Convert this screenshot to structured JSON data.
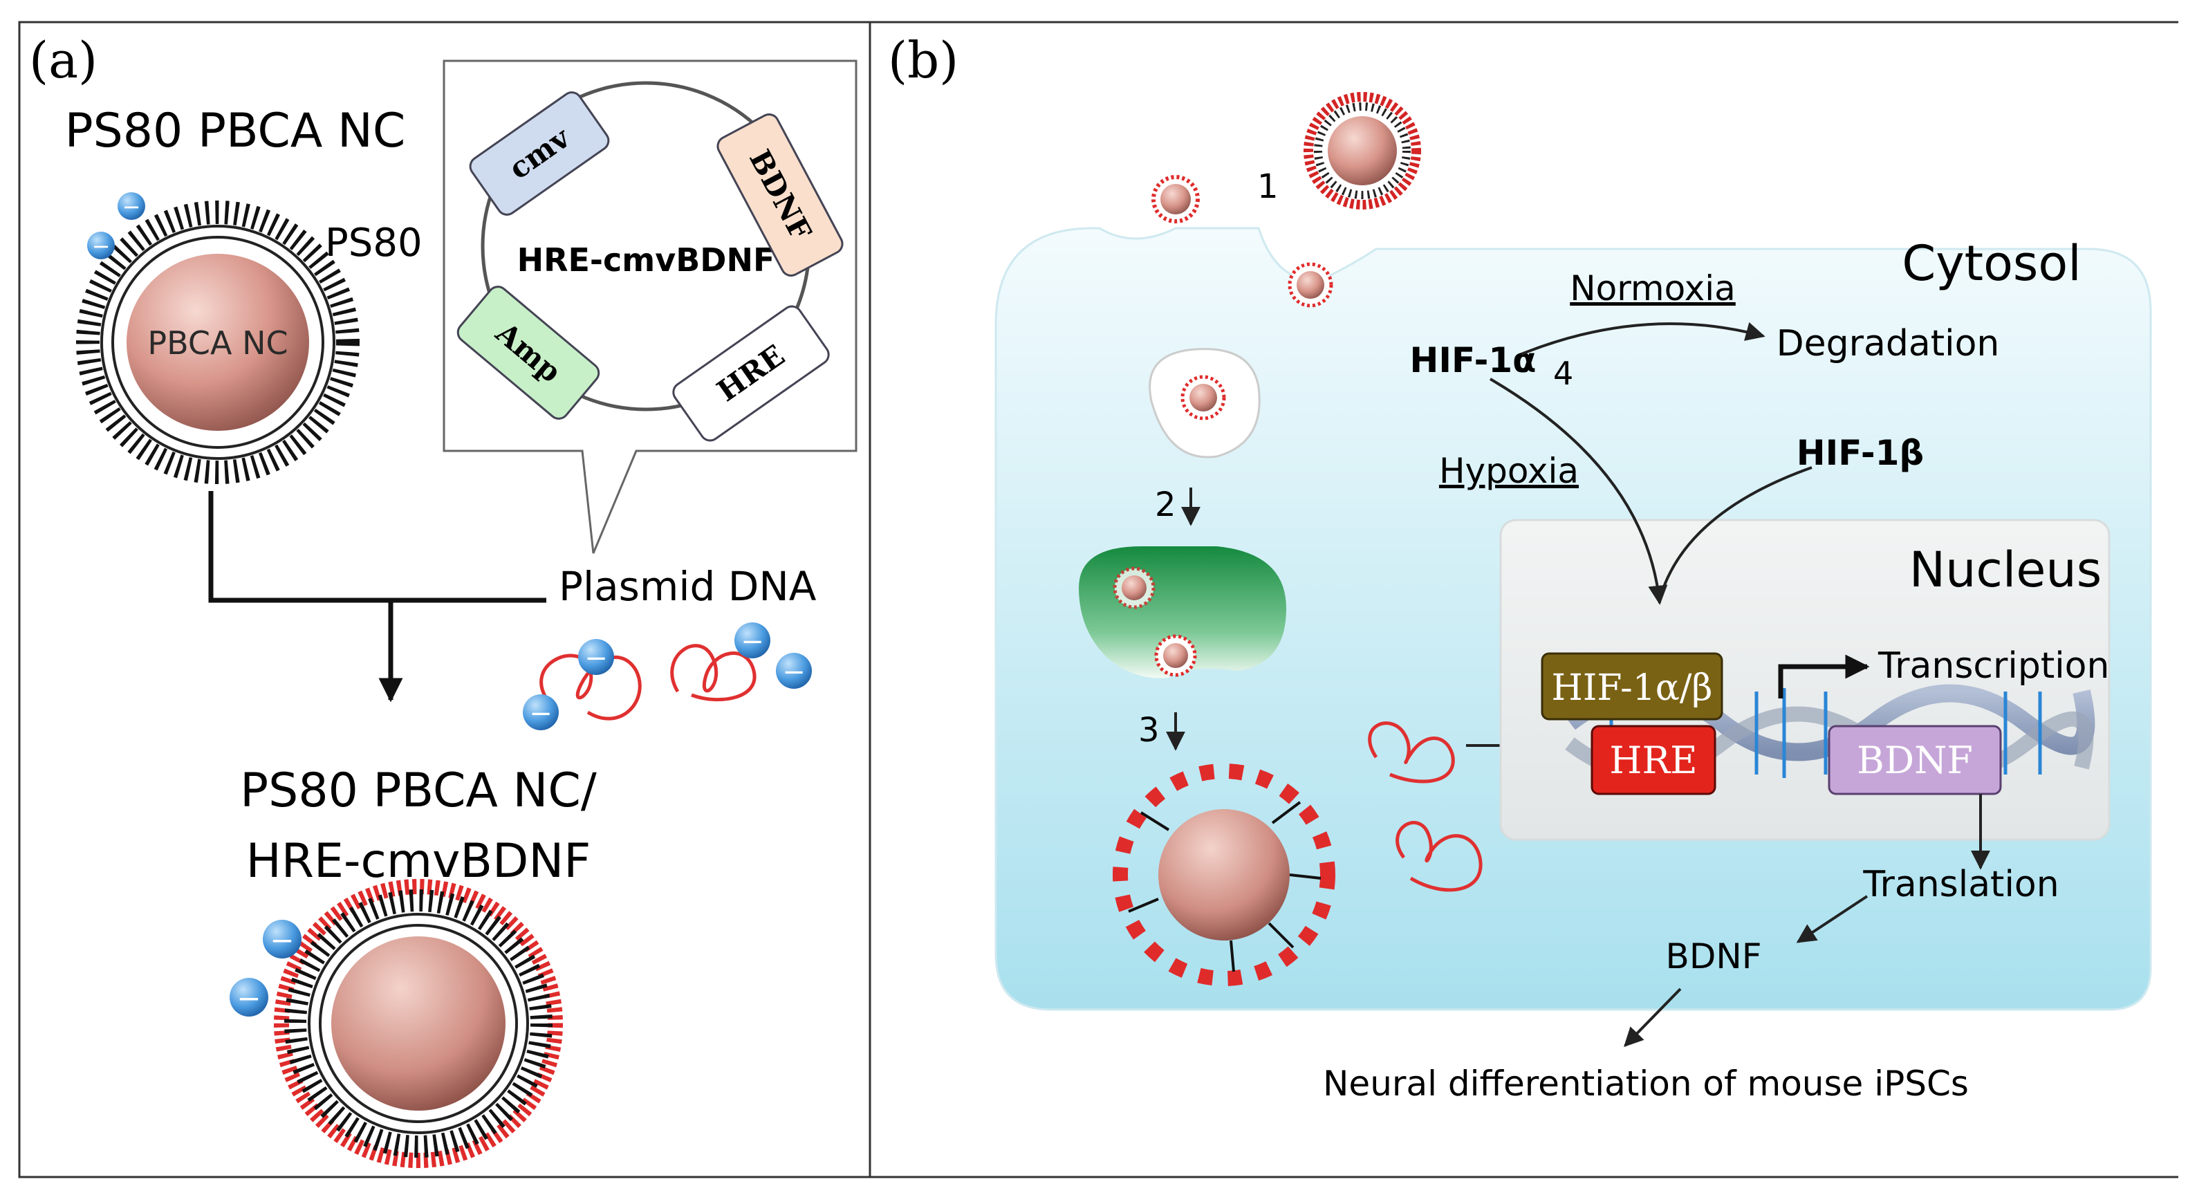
{
  "panel_a": {
    "label": "(a)",
    "title_top": "PS80 PBCA NC",
    "ps80_label": "PS80",
    "core_label": "PBCA NC",
    "plasmid_name": "HRE-cmvBDNF",
    "plasmid_segments": [
      "cmv",
      "BDNF",
      "Amp",
      "HRE"
    ],
    "plasmid_dna_label": "Plasmid DNA",
    "result_line1": "PS80 PBCA NC/",
    "result_line2": "HRE-cmvBDNF",
    "charge_symbol": "−"
  },
  "panel_b": {
    "label": "(b)",
    "cytosol": "Cytosol",
    "nucleus": "Nucleus",
    "normoxia": "Normoxia",
    "hypoxia": "Hypoxia",
    "degradation": "Degradation",
    "hif1a": "HIF-1α",
    "hif1b": "HIF-1β",
    "complex": "HIF-1α/β",
    "hre": "HRE",
    "bdnf_gene": "BDNF",
    "transcription": "Transcription",
    "translation": "Translation",
    "bdnf_protein": "BDNF",
    "outcome": "Neural differentiation of mouse iPSCs",
    "step1": "1",
    "step2": "2",
    "step3": "3",
    "step4": "4"
  },
  "colors": {
    "border": "#333333",
    "cytosol_top": "#f4fbfd",
    "cytosol_bottom": "#a9e0ee",
    "core": "#d89a90",
    "charge_blue": "#3d8fd6",
    "dna_red": "#e03030",
    "complex_fill": "#7a6215",
    "hre_fill": "#e3241c",
    "bdnf_fill": "#c6a6d8",
    "endosome_green": "#1f9a4a"
  }
}
